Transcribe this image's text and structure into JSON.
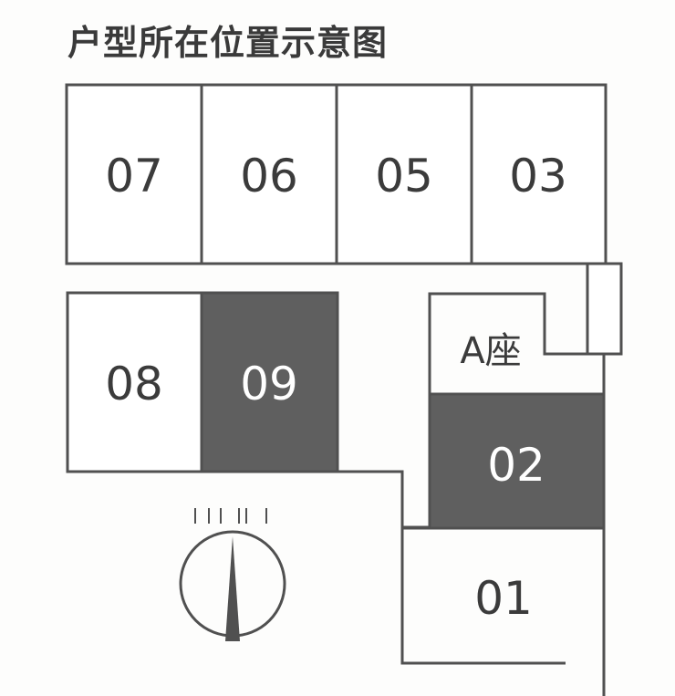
{
  "title": "户型所在位置示意图",
  "block": {
    "label": "A座"
  },
  "units": [
    {
      "id": "07",
      "label": "07",
      "highlighted": false
    },
    {
      "id": "06",
      "label": "06",
      "highlighted": false
    },
    {
      "id": "05",
      "label": "05",
      "highlighted": false
    },
    {
      "id": "03",
      "label": "03",
      "highlighted": false
    },
    {
      "id": "08",
      "label": "08",
      "highlighted": false
    },
    {
      "id": "09",
      "label": "09",
      "highlighted": true
    },
    {
      "id": "02",
      "label": "02",
      "highlighted": true
    },
    {
      "id": "01",
      "label": "01",
      "highlighted": false
    }
  ],
  "colors": {
    "wall": "#505050",
    "highlight": "#5f5f5f",
    "room": "#ffffff",
    "text": "#3b3b3b",
    "text_on_highlight": "#ffffff"
  },
  "compass": {
    "icon": "north-arrow-compass-icon"
  }
}
